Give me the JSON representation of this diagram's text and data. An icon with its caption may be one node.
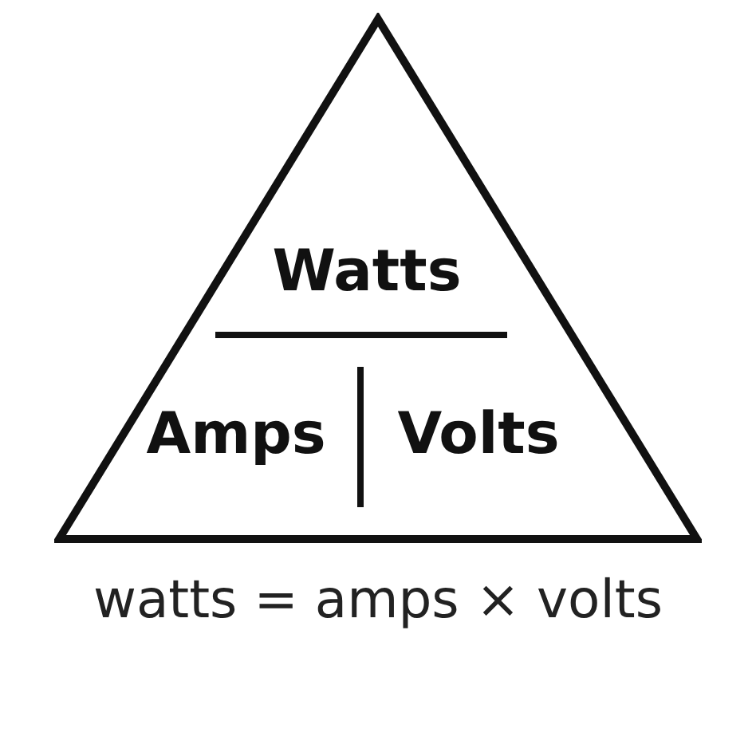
{
  "diagram": {
    "nodes": [
      {
        "text": [
          "Watts",
          "Amps",
          "Volts"
        ]
      }
    ],
    "caption": "watts = amps × volts"
  }
}
